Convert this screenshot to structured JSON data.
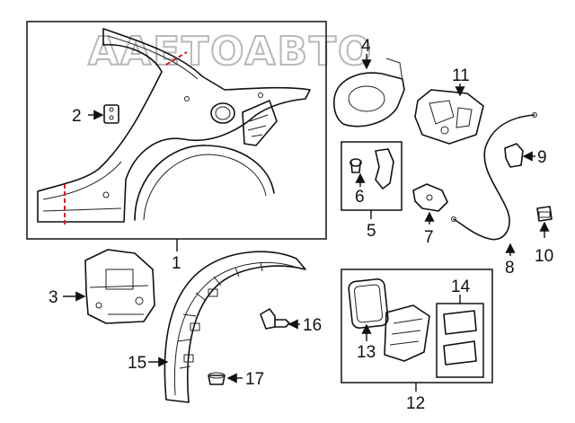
{
  "watermark": "AAETOABTO",
  "callouts": [
    {
      "id": "c1",
      "text": "1"
    },
    {
      "id": "c2",
      "text": "2"
    },
    {
      "id": "c3",
      "text": "3"
    },
    {
      "id": "c4",
      "text": "4"
    },
    {
      "id": "c5",
      "text": "5"
    },
    {
      "id": "c6",
      "text": "6"
    },
    {
      "id": "c7",
      "text": "7"
    },
    {
      "id": "c8",
      "text": "8"
    },
    {
      "id": "c9",
      "text": "9"
    },
    {
      "id": "c10",
      "text": "10"
    },
    {
      "id": "c11",
      "text": "11"
    },
    {
      "id": "c12",
      "text": "12"
    },
    {
      "id": "c13",
      "text": "13"
    },
    {
      "id": "c14",
      "text": "14"
    },
    {
      "id": "c15",
      "text": "15"
    },
    {
      "id": "c16",
      "text": "16"
    },
    {
      "id": "c17",
      "text": "17"
    }
  ],
  "colors": {
    "line": "#111111",
    "cut_line": "#d62020",
    "watermark": "#b8b8b8"
  }
}
